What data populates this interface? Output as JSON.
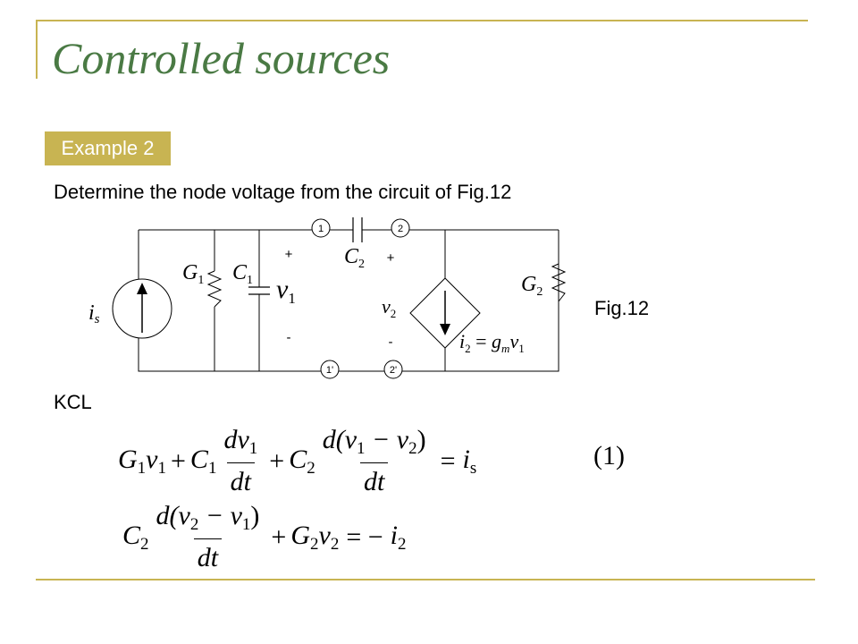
{
  "slide": {
    "title": "Controlled sources",
    "badge": "Example 2",
    "prompt": "Determine the node voltage from the circuit of Fig.12",
    "fig_label": "Fig.12",
    "kcl_label": "KCL",
    "equation_number": "(1)"
  },
  "circuit": {
    "node_1": "1",
    "node_2": "2",
    "node_1p": "1'",
    "node_2p": "2'",
    "plus_sign": "+",
    "minus_sign": "-",
    "source_label": "i",
    "source_sub": "s",
    "g1_label": "G",
    "g1_sub": "1",
    "c1_label": "C",
    "c1_sub": "1",
    "c2_label": "C",
    "c2_sub": "2",
    "g2_label": "G",
    "g2_sub": "2",
    "v1_label": "v",
    "v1_sub": "1",
    "v2_label": "v",
    "v2_sub": "2",
    "ctrl_lhs": "i",
    "ctrl_lhs_sub": "2",
    "ctrl_eq": " = ",
    "ctrl_g": "g",
    "ctrl_g_sub": "m",
    "ctrl_v": "v",
    "ctrl_v_sub": "1"
  },
  "equations": {
    "eq1": {
      "g1": "G",
      "g1_sub": "1",
      "v1": "v",
      "v1_sub": "1",
      "plus1": "+",
      "c1": "C",
      "c1_sub": "1",
      "frac1_num_d": "d",
      "frac1_num_v": "v",
      "frac1_num_sub": "1",
      "frac1_den": "dt",
      "plus2": "+",
      "c2": "C",
      "c2_sub": "2",
      "frac2_num": "d(v",
      "frac2_num_sub1": "1",
      "frac2_num_minus": " − v",
      "frac2_num_sub2": "2",
      "frac2_num_close": ")",
      "frac2_den": "dt",
      "eq": "=",
      "rhs": "i",
      "rhs_sub": "s"
    },
    "eq2": {
      "c2": "C",
      "c2_sub": "2",
      "frac_num": "d(v",
      "frac_num_sub1": "2",
      "frac_num_minus": " − v",
      "frac_num_sub2": "1",
      "frac_num_close": ")",
      "frac_den": "dt",
      "plus": "+",
      "g2": "G",
      "g2_sub": "2",
      "v2": "v",
      "v2_sub": "2",
      "eq": "= −",
      "rhs": "i",
      "rhs_sub": "2"
    }
  }
}
